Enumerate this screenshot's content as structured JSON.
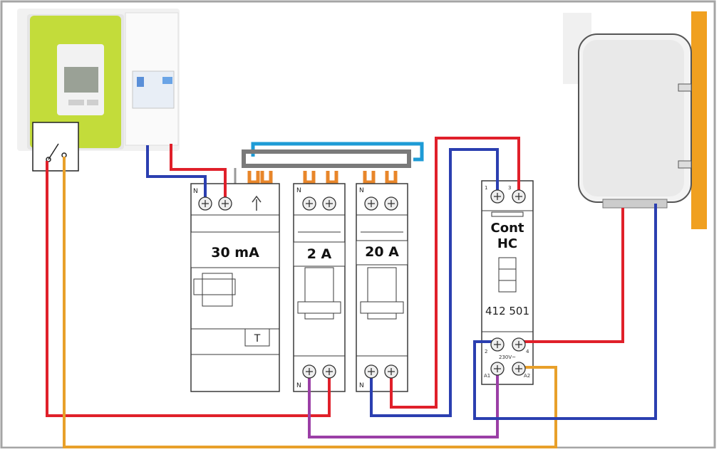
{
  "devices": {
    "rcd": {
      "rating": "30 mA",
      "terminal_n": "N",
      "test_button": "T"
    },
    "breaker_small": {
      "rating": "2 A",
      "terminal_n_top": "N",
      "terminal_n_bottom": "N"
    },
    "breaker_large": {
      "rating": "20 A",
      "terminal_n_top": "N",
      "terminal_n_bottom": "N"
    },
    "contactor": {
      "label_line1": "Cont",
      "label_line2": "HC",
      "reference": "412 501",
      "pin_1": "1",
      "pin_3": "3",
      "pin_2": "2",
      "pin_4": "4",
      "pin_a1": "A1",
      "pin_a2": "A2",
      "coil_voltage": "230V~"
    }
  },
  "colors": {
    "phase": "#e0202a",
    "neutral": "#2b3fb0",
    "switched_line": "#e8a02a",
    "coil_return": "#9b3fa6",
    "comb_bus": "#1e9bd6",
    "comb_frame": "#7a7a7a",
    "meter_green": "#c3dc3a",
    "heater_wall": "#f0a020",
    "frame": "#a5a5a5"
  },
  "icons": [
    "switch-icon",
    "electric-meter-icon",
    "water-heater-icon",
    "upload-arrow-icon"
  ]
}
